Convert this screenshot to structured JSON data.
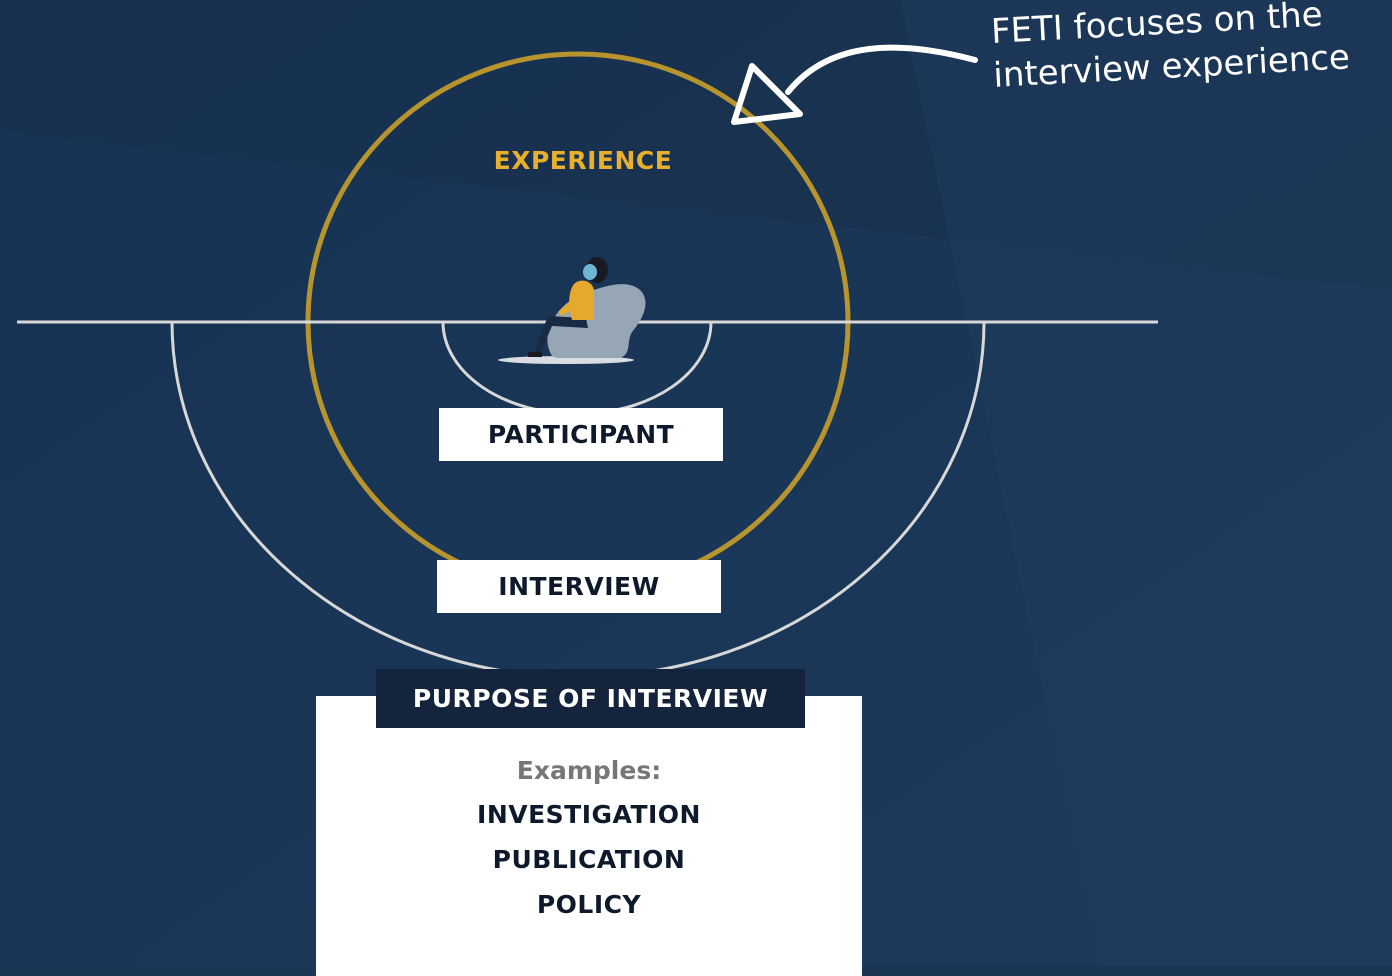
{
  "colors": {
    "background": "#1b3554",
    "gold": "#b8942e",
    "experience_text": "#e8b02c",
    "line": "#d8d8d8",
    "dark_panel": "#13243c"
  },
  "annotation": {
    "line1": "FETI focuses on the",
    "line2": "interview experience"
  },
  "circle_label": "EXPERIENCE",
  "boxes": {
    "participant": "PARTICIPANT",
    "interview": "INTERVIEW"
  },
  "purpose": {
    "title": "PURPOSE OF INTERVIEW",
    "examples_label": "Examples:",
    "examples": [
      "INVESTIGATION",
      "PUBLICATION",
      "POLICY"
    ]
  }
}
